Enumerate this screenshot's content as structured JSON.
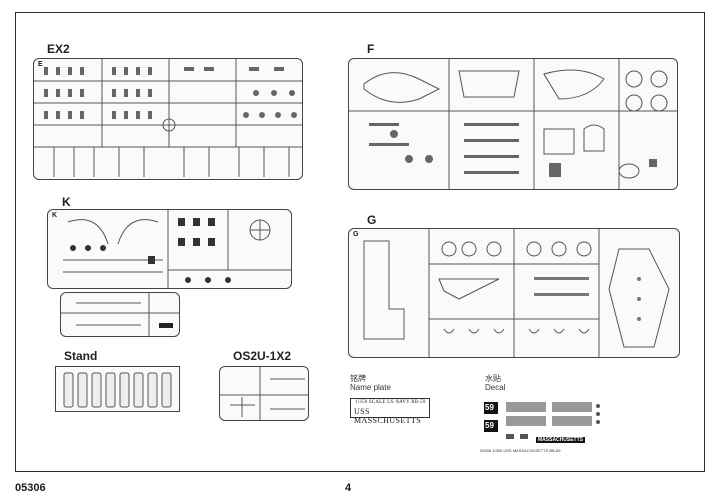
{
  "sprues": {
    "ex2": {
      "label": "EX2",
      "corner": "E"
    },
    "f": {
      "label": "F"
    },
    "k": {
      "label": "K",
      "corner": "K"
    },
    "g": {
      "label": "G",
      "corner": "G"
    },
    "stand": {
      "label": "Stand"
    },
    "os2u": {
      "label": "OS2U-1X2"
    }
  },
  "name_plate": {
    "caption_cn": "铭牌",
    "caption_en": "Name plate",
    "line1": "1/350 SCALE US NAVY BB-59",
    "line2": "USS MASSCHUSETTS"
  },
  "decal": {
    "caption_cn": "水贴",
    "caption_en": "Decal",
    "hull_number": "59",
    "ship_name": "MASSACHUSETTS",
    "sheet_caption": "05306   1/350 USS MASSACHUSETTS BB-59"
  },
  "footer": {
    "product_code": "05306",
    "page_number": "4"
  }
}
